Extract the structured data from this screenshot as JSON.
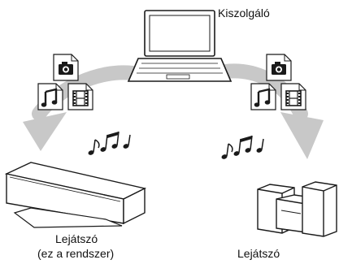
{
  "labels": {
    "server": "Kiszolgáló",
    "player_left_line1": "Lejátszó",
    "player_left_line2": "(ez a rendszer)",
    "player_right": "Lejátszó"
  },
  "icons": {
    "photo": "camera-icon",
    "music": "music-note-icon",
    "video": "film-icon",
    "notes": "music-notes-icon"
  },
  "colors": {
    "arrow": "#c8c8c8",
    "outline": "#1a1a1a",
    "icon_bg": "#ffffff"
  }
}
